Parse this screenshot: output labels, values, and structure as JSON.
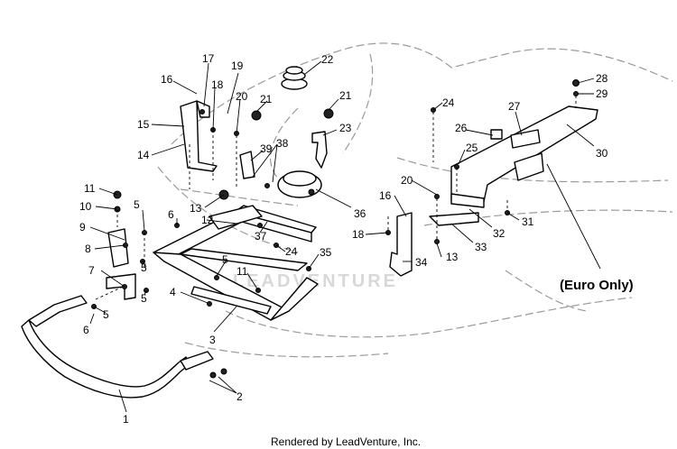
{
  "footer_text": "Rendered by LeadVenture, Inc.",
  "watermark_text": "LEADVENTURE",
  "note": "(Euro Only)",
  "callouts": [
    "1",
    "2",
    "3",
    "4",
    "5",
    "6",
    "7",
    "8",
    "9",
    "10",
    "11",
    "12",
    "13",
    "14",
    "15",
    "16",
    "17",
    "18",
    "19",
    "20",
    "21",
    "22",
    "23",
    "24",
    "25",
    "26",
    "27",
    "28",
    "29",
    "30",
    "31",
    "32",
    "33",
    "34",
    "35",
    "36",
    "37",
    "38",
    "39"
  ]
}
